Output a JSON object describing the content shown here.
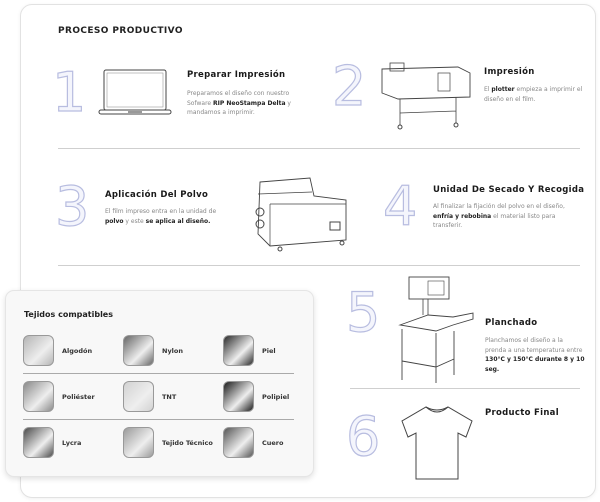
{
  "title": "PROCESO PRODUCTIVO",
  "steps": [
    {
      "num": "1",
      "title": "Preparar Impresión",
      "desc_pre": "Preparamos el diseño con nuestro Sofware ",
      "desc_b1": "RIP NeoStampa Delta",
      "desc_post": " y mandamos a imprimir."
    },
    {
      "num": "2",
      "title": "Impresión",
      "desc_pre": "El ",
      "desc_b1": "plotter",
      "desc_post": " empieza a imprimir el diseño en el film."
    },
    {
      "num": "3",
      "title": "Aplicación Del Polvo",
      "desc_pre": "El film impreso entra en la unidad de ",
      "desc_b1": "polvo",
      "desc_mid": " y este ",
      "desc_b2": "se aplica al diseño."
    },
    {
      "num": "4",
      "title": "Unidad De Secado Y Recogida",
      "desc_pre": "Al finalizar la fijación del polvo en el diseño, ",
      "desc_b1": "enfría y rebobina",
      "desc_post": " el material listo para transferir."
    },
    {
      "num": "5",
      "title": "Planchado",
      "desc_pre": "Planchamos el diseño a la prenda a una temperatura entre ",
      "desc_b1": "130°C y 150°C durante 8 y 10 seg."
    },
    {
      "num": "6",
      "title": "Producto Final"
    }
  ],
  "fabrics": {
    "title": "Tejidos compatibles",
    "items": [
      {
        "label": "Algodón",
        "color": "#b5b5b5"
      },
      {
        "label": "Nylon",
        "color": "#666"
      },
      {
        "label": "Piel",
        "color": "#2a2a2a"
      },
      {
        "label": "Poliéster",
        "color": "#8a8a8a"
      },
      {
        "label": "TNT",
        "color": "#d2d2d2"
      },
      {
        "label": "Polipiel",
        "color": "#1a1a1a"
      },
      {
        "label": "Lycra",
        "color": "#4a4a4a"
      },
      {
        "label": "Tejido Técnico",
        "color": "#9a9a9a"
      },
      {
        "label": "Cuero",
        "color": "#555"
      }
    ]
  }
}
